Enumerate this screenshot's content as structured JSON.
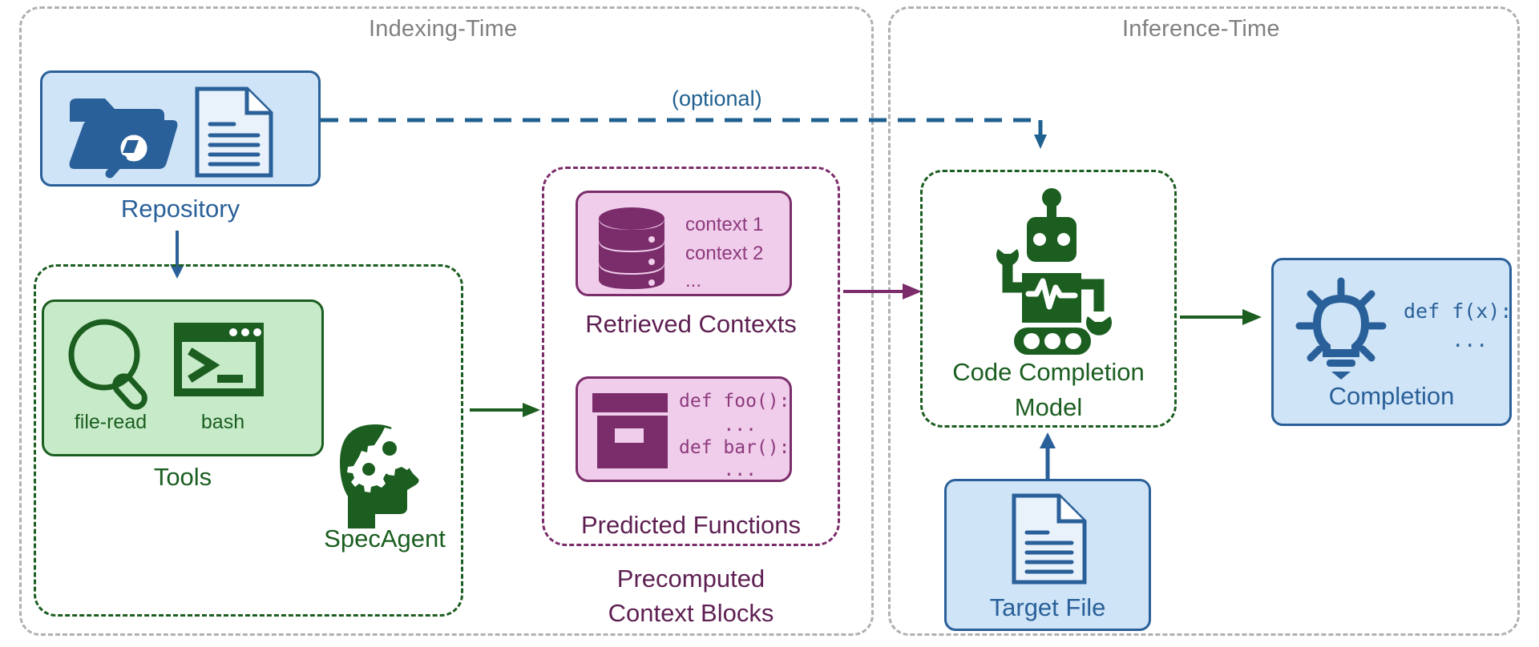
{
  "diagram": {
    "phases": [
      {
        "id": "indexing",
        "label": "Indexing-Time"
      },
      {
        "id": "inference",
        "label": "Inference-Time"
      }
    ],
    "optional_edge_label": "(optional)",
    "repository": {
      "label": "Repository",
      "icons": [
        "folder-search-icon",
        "document-icon"
      ]
    },
    "spec_agent": {
      "label": "SpecAgent",
      "icon": "head-gears-icon",
      "tools": {
        "label": "Tools",
        "items": [
          {
            "label": "file-read",
            "icon": "magnifier-icon"
          },
          {
            "label": "bash",
            "icon": "terminal-icon"
          }
        ]
      }
    },
    "precomputed": {
      "label_line1": "Precomputed",
      "label_line2": "Context Blocks",
      "retrieved_contexts": {
        "label": "Retrieved Contexts",
        "icon": "database-icon",
        "lines": [
          "context 1",
          "context 2",
          "..."
        ]
      },
      "predicted_functions": {
        "label": "Predicted Functions",
        "icon": "code-window-icon",
        "lines": [
          "def foo():",
          "    ...",
          "def bar():",
          "    ..."
        ]
      }
    },
    "model": {
      "label_line1": "Code Completion",
      "label_line2": "Model",
      "icon": "robot-icon"
    },
    "target_file": {
      "label": "Target File",
      "icon": "document-icon"
    },
    "completion": {
      "label": "Completion",
      "icon": "lightbulb-icon",
      "lines": [
        "def f(x):",
        "    ..."
      ]
    },
    "colors": {
      "blue_stroke": "#2a6099",
      "blue_fill": "#cfe4f7",
      "green_stroke": "#1b5e20",
      "green_fill": "#c7ebc9",
      "purple_stroke": "#7b2d6b",
      "purple_fill": "#f0cdeb",
      "phase_border": "#b0b0b0",
      "optional_edge": "#1f6090"
    }
  }
}
